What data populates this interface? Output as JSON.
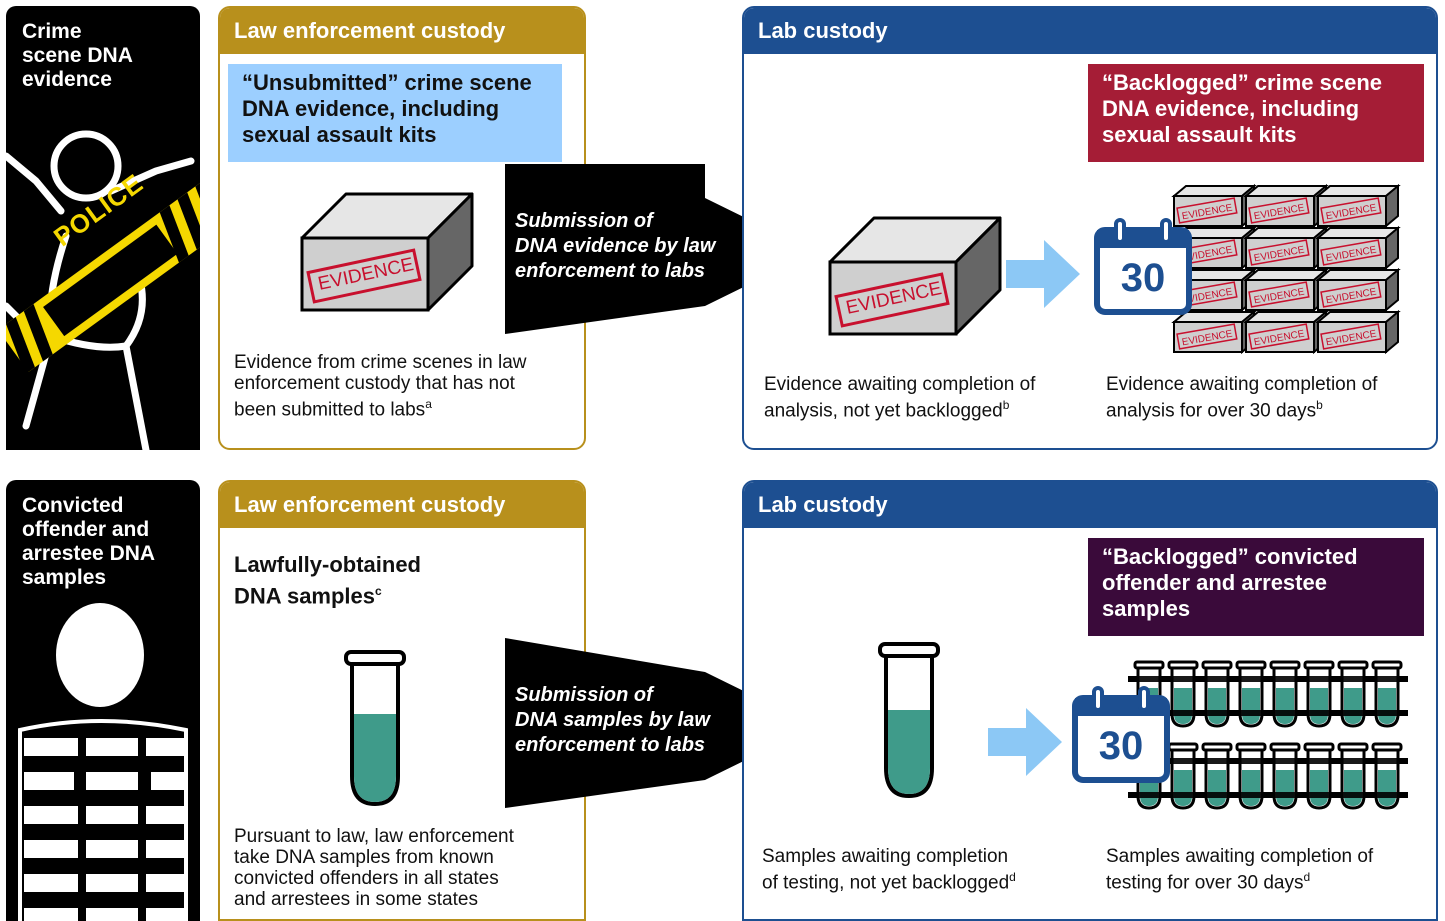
{
  "row1": {
    "side_title": "Crime\nscene DNA\nevidence",
    "police_text": "POLICE",
    "le_header": "Law enforcement custody",
    "le_callout": "“Unsubmitted” crime scene\nDNA evidence, including\nsexual assault kits",
    "le_box_label": "EVIDENCE",
    "le_desc": "Evidence from crime scenes in law\nenforcement custody that has not\nbeen submitted to labs",
    "le_desc_sup": "a",
    "arrow_label": "Submission of\nDNA evidence by law\nenforcement to labs",
    "lab_header": "Lab custody",
    "lab_callout": "“Backlogged” crime scene\nDNA evidence, including\nsexual assault kits",
    "lab_box_label": "EVIDENCE",
    "calendar_number": "30",
    "lab_desc_left": "Evidence awaiting completion of\nanalysis, not yet backlogged",
    "lab_desc_left_sup": "b",
    "lab_desc_right": "Evidence awaiting completion of\nanalysis for over 30 days",
    "lab_desc_right_sup": "b"
  },
  "row2": {
    "side_title": "Convicted\noffender and\narrestee DNA\nsamples",
    "le_header": "Law enforcement custody",
    "le_callout": "Lawfully-obtained\nDNA samples",
    "le_callout_sup": "c",
    "le_desc": "Pursuant to law, law enforcement\ntake DNA samples from known\nconvicted offenders in all states\nand arrestees in some states",
    "arrow_label": "Submission of\nDNA samples by law\nenforcement to labs",
    "lab_header": "Lab custody",
    "lab_callout": "“Backlogged” convicted\noffender and arrestee\nsamples",
    "calendar_number": "30",
    "lab_desc_left": "Samples awaiting completion\nof testing, not yet backlogged",
    "lab_desc_left_sup": "d",
    "lab_desc_right": "Samples awaiting completion of\ntesting for over 30 days",
    "lab_desc_right_sup": "d"
  },
  "colors": {
    "le_gold": "#b8901c",
    "lab_blue": "#1d4f91",
    "callout_light_blue": "#9ccfff",
    "callout_red": "#a51d36",
    "callout_purple": "#3a0a3a",
    "evidence_red": "#c8102e",
    "fluid_teal": "#3f9b8a",
    "arrow_light_blue": "#8cc8f5",
    "police_yellow": "#f5d800"
  },
  "icons": {
    "crime_scene": "police-tape-figure-icon",
    "prisoner": "prisoner-icon",
    "evidence_box": "evidence-box-icon",
    "test_tube": "test-tube-icon",
    "calendar": "calendar-icon",
    "test_tube_rack": "test-tube-rack-icon"
  }
}
